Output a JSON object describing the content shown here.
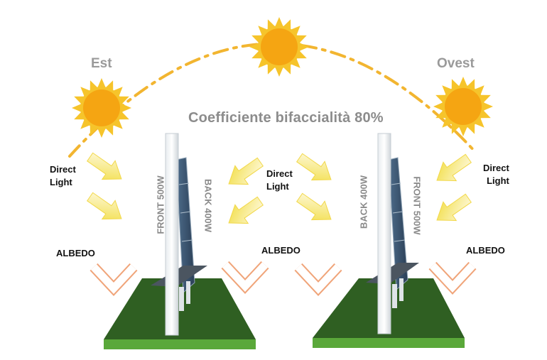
{
  "title": "Coefficiente bifaccialità 80%",
  "directions": {
    "east": "Est",
    "west": "Ovest"
  },
  "direct_light": {
    "line1": "Direct",
    "line2": "Light"
  },
  "albedo_label": "ALBEDO",
  "panels": {
    "left": {
      "front": "FRONT 500W",
      "back": "BACK 400W"
    },
    "right": {
      "back": "BACK 400W",
      "front": "FRONT 500W"
    }
  },
  "colors": {
    "sun_core": "#f5a512",
    "sun_ray": "#f6c42b",
    "arc": "#f2b530",
    "direct_arrow": "#f3de45",
    "albedo_arrow": "#ee9a6a",
    "grass": "#2f5f22",
    "grass_edge": "#5aa83a",
    "label_gray": "#8c8c8c"
  }
}
